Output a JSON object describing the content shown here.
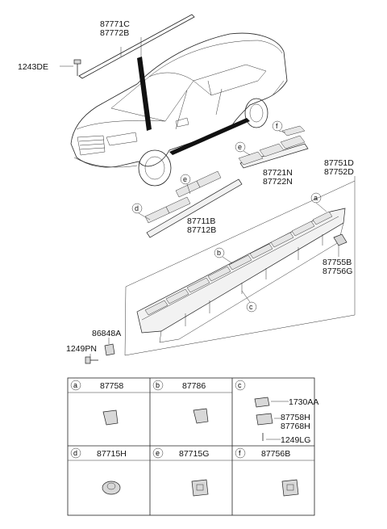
{
  "labels": {
    "molding_top": [
      "87771C",
      "87772B"
    ],
    "screw_top": "1243DE",
    "rear_trim": [
      "87721N",
      "87722N"
    ],
    "side_sill": [
      "87751D",
      "87752D"
    ],
    "front_trim": [
      "87711B",
      "87712B"
    ],
    "bracket": [
      "87755B",
      "87756G"
    ],
    "clip_86848A": "86848A",
    "screw_1249PN": "1249PN"
  },
  "callouts": [
    "a",
    "b",
    "c",
    "d",
    "e",
    "f"
  ],
  "table": {
    "cells": [
      {
        "letter": "a",
        "part": "87758"
      },
      {
        "letter": "b",
        "part": "87786"
      },
      {
        "letter": "c",
        "parts": [
          "1730AA",
          "87758H",
          "87768H",
          "1249LG"
        ]
      },
      {
        "letter": "d",
        "part": "87715H"
      },
      {
        "letter": "e",
        "part": "87715G"
      },
      {
        "letter": "f",
        "part": "87756B"
      }
    ]
  }
}
